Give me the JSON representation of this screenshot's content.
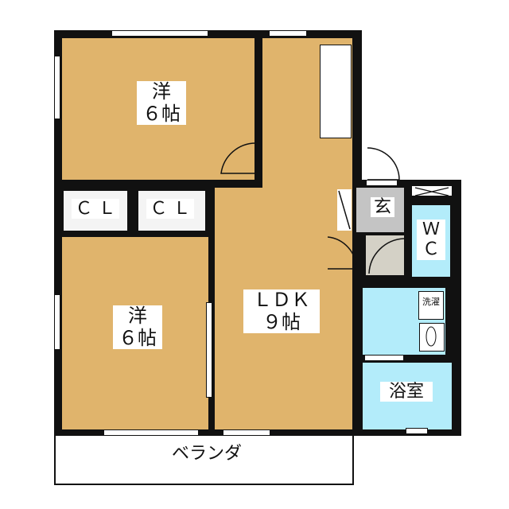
{
  "rooms": {
    "western_1": {
      "name": "洋",
      "size": "６帖"
    },
    "closet_1": "Ｃ Ｌ",
    "closet_2": "Ｃ Ｌ",
    "western_2": {
      "name": "洋",
      "size": "６帖"
    },
    "ldk": {
      "name": "ＬＤＫ",
      "size": "９帖"
    },
    "entrance": "玄",
    "toilet": {
      "line1": "Ｗ",
      "line2": "Ｃ"
    },
    "washing_machine": "洗濯",
    "bathroom": "浴室",
    "balcony": "ベランダ"
  },
  "colors": {
    "room": "#e0b46c",
    "wet_area": "#b3ecfa",
    "entrance": "#c4c4c4",
    "wall": "#111111"
  }
}
